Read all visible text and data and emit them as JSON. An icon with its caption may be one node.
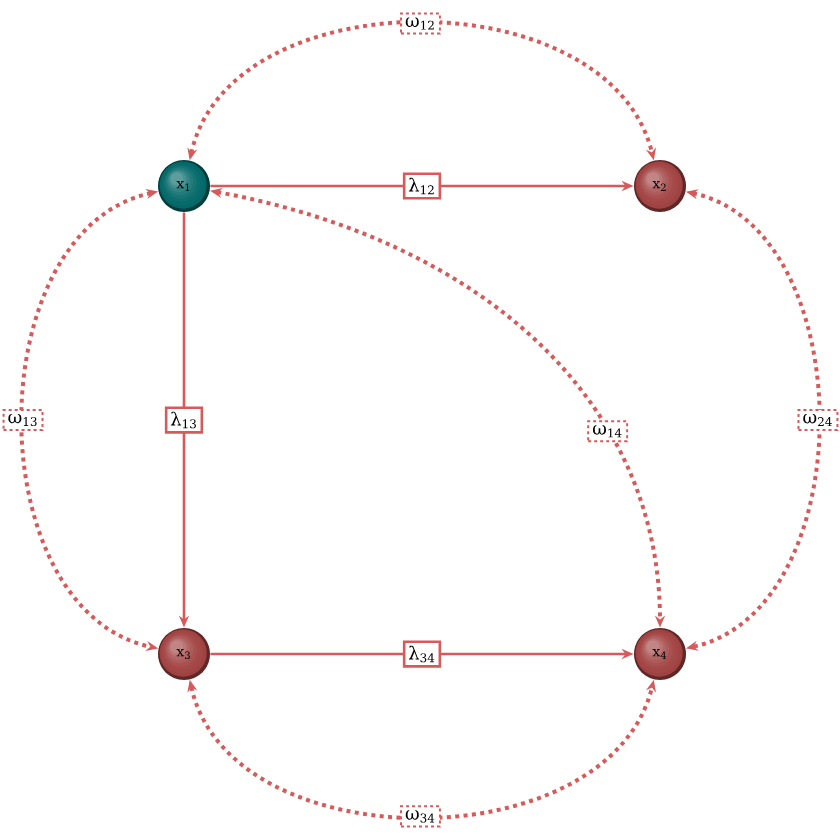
{
  "diagram": {
    "nodes": [
      {
        "text": [
          "x$_{1}$"
        ]
      },
      {
        "text": [
          "x$_{2}$"
        ]
      },
      {
        "text": [
          "x$_{3}$"
        ]
      },
      {
        "text": [
          "x$_{4}$"
        ]
      }
    ],
    "edges": [
      {
        "from": 0,
        "to": 1,
        "arrow": "to",
        "label": "λ$_{12}$"
      },
      {
        "from": 0,
        "to": 2,
        "arrow": "to",
        "label": "λ$_{13}$"
      },
      {
        "from": 2,
        "to": 3,
        "arrow": "to",
        "label": "λ$_{34}$"
      },
      {
        "from": 0,
        "to": 1,
        "arrow": "both",
        "label": "ω$_{12}$",
        "style": "dashed"
      },
      {
        "from": 0,
        "to": 2,
        "arrow": "both",
        "label": "ω$_{13}$",
        "style": "dashed"
      },
      {
        "from": 1,
        "to": 3,
        "arrow": "both",
        "label": "ω$_{24}$",
        "style": "dashed"
      },
      {
        "from": 2,
        "to": 3,
        "arrow": "both",
        "label": "ω$_{34}$",
        "style": "dashed"
      },
      {
        "from": 0,
        "to": 3,
        "arrow": "both",
        "label": "ω$_{14}$",
        "style": "dashed"
      }
    ]
  }
}
